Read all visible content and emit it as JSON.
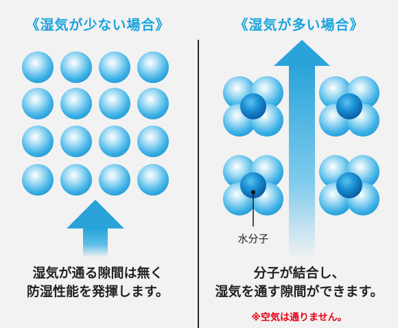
{
  "left": {
    "heading": "《湿気が少ない場合》",
    "caption_line1": "湿気が通る隙間は無く",
    "caption_line2": "防湿性能を発揮します。"
  },
  "right": {
    "heading": "《湿気が多い場合》",
    "water_molecule_label": "水分子",
    "caption_line1": "分子が結合し、",
    "caption_line2": "湿気を通す隙間ができます。",
    "note": "※空気は通りません。"
  },
  "colors": {
    "heading": "#1aa4dc",
    "molecule": "#29a8e0",
    "water_molecule": "#0a6fb8",
    "arrow": "#2aa3da",
    "divider": "#222222",
    "note": "#e60012",
    "background": "#f2f2f2"
  }
}
